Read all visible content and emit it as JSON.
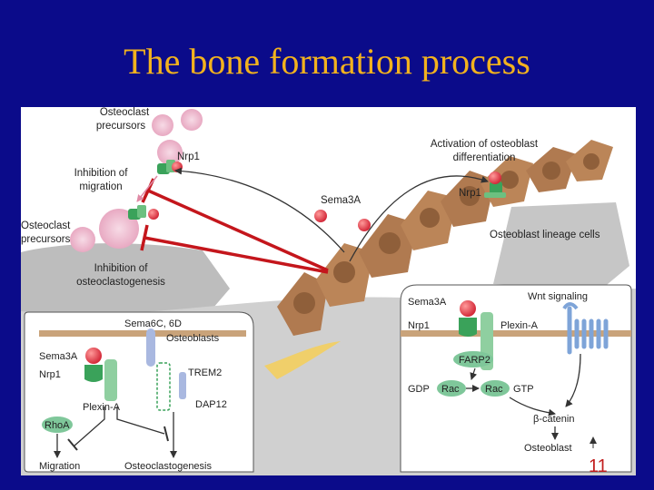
{
  "slide": {
    "title": "The bone formation process",
    "page_number": "11"
  },
  "main_figure": {
    "osteoclast_precursors_top": "Osteoclast precursors",
    "nrp1_top": "Nrp1",
    "inhibition_of_migration": "Inhibition of migration",
    "osteoclast_precursors_left": "Osteoclast precursors",
    "inhibition_of_osteoclastogenesis": "Inhibition of osteoclastogenesis",
    "sema3a": "Sema3A",
    "activation_of_osteoblast_differentiation": "Activation of osteoblast differentiation",
    "nrp1_right": "Nrp1",
    "osteoblast_lineage_cells": "Osteoblast lineage cells"
  },
  "left_inset": {
    "sema6c_6d": "Sema6C, 6D",
    "osteoblasts": "Osteoblasts",
    "sema3a": "Sema3A",
    "nrp1": "Nrp1",
    "trem2": "TREM2",
    "dap12": "DAP12",
    "plexin_a": "Plexin-A",
    "rhoa": "RhoA",
    "migration": "Migration",
    "osteoclastogenesis": "Osteoclastogenesis"
  },
  "right_inset": {
    "sema3a": "Sema3A",
    "wnt_signaling": "Wnt signaling",
    "nrp1": "Nrp1",
    "plexin_a": "Plexin-A",
    "farp2": "FARP2",
    "gdp": "GDP",
    "rac_left": "Rac",
    "rac_right": "Rac",
    "gtp": "GTP",
    "beta_catenin": "β-catenin",
    "osteoblast": "Osteoblast"
  },
  "colors": {
    "title": "#f2b21e",
    "background": "#0b0b8a",
    "inhibition": "#c4161c",
    "page_number": "#c21e1e"
  }
}
